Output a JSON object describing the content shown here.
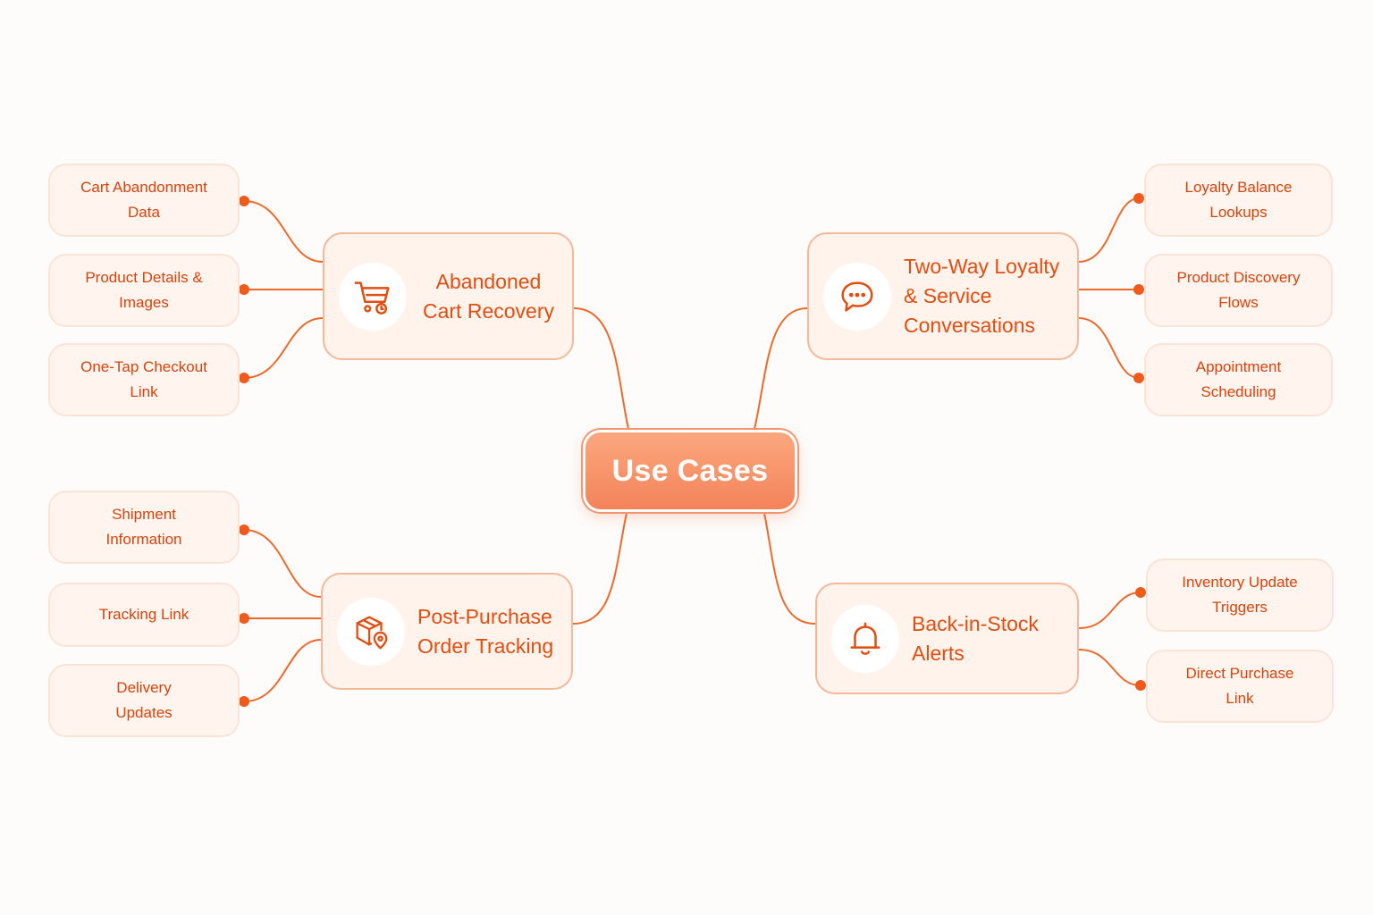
{
  "center": {
    "label": "Use Cases"
  },
  "branches": [
    {
      "icon": "shopping-cart-icon",
      "label": "Abandoned Cart Recovery",
      "leaves": [
        "Cart Abandonment Data",
        "Product Details & Images",
        "One-Tap Checkout Link"
      ]
    },
    {
      "icon": "chat-bubble-icon",
      "label": "Two-Way Loyalty & Service Conversations",
      "leaves": [
        "Loyalty Balance Lookups",
        "Product Discovery Flows",
        "Appointment Scheduling"
      ]
    },
    {
      "icon": "package-location-icon",
      "label": "Post-Purchase Order Tracking",
      "leaves": [
        "Shipment Information",
        "Tracking Link",
        "Delivery Updates"
      ]
    },
    {
      "icon": "bell-icon",
      "label": "Back-in-Stock Alerts",
      "leaves": [
        "Inventory Update Triggers",
        "Direct Purchase Link"
      ]
    }
  ],
  "colors": {
    "accent": "#e24d10",
    "connector": "#ee6a2c",
    "branch_fill": "#fff3ec",
    "branch_border": "#f5b999",
    "leaf_fill": "#fff4ee",
    "center_fill": "#f59168"
  }
}
